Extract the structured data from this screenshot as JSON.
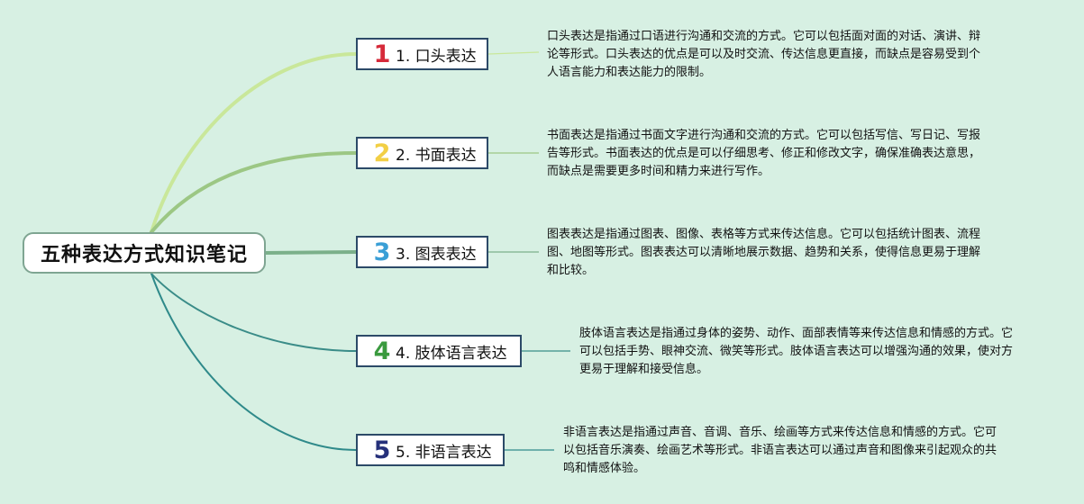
{
  "root": {
    "title": "五种表达方式知识笔记"
  },
  "branches": [
    {
      "number": "1",
      "number_color": "#d62a3a",
      "label": "1. 口头表达",
      "line_color": "#c9e79a",
      "description": "口头表达是指通过口语进行沟通和交流的方式。它可以包括面对面的对话、演讲、辩论等形式。口头表达的优点是可以及时交流、传达信息更直接，而缺点是容易受到个人语言能力和表达能力的限制。"
    },
    {
      "number": "2",
      "number_color": "#f2cf45",
      "label": "2. 书面表达",
      "line_color": "#9cc784",
      "description": "书面表达是指通过书面文字进行沟通和交流的方式。它可以包括写信、写日记、写报告等形式。书面表达的优点是可以仔细思考、修正和修改文字，确保准确表达意思，而缺点是需要更多时间和精力来进行写作。"
    },
    {
      "number": "3",
      "number_color": "#3a9fd6",
      "label": "3. 图表表达",
      "line_color": "#7bb08a",
      "description": "图表表达是指通过图表、图像、表格等方式来传达信息。它可以包括统计图表、流程图、地图等形式。图表表达可以清晰地展示数据、趋势和关系，使得信息更易于理解和比较。"
    },
    {
      "number": "4",
      "number_color": "#3a9a3e",
      "label": "4. 肢体语言表达",
      "line_color": "#3a8c88",
      "description": "肢体语言表达是指通过身体的姿势、动作、面部表情等来传达信息和情感的方式。它可以包括手势、眼神交流、微笑等形式。肢体语言表达可以增强沟通的效果，使对方更易于理解和接受信息。"
    },
    {
      "number": "5",
      "number_color": "#25307a",
      "label": "5. 非语言表达",
      "line_color": "#2f8a8a",
      "description": "非语言表达是指通过声音、音调、音乐、绘画等方式来传达信息和情感的方式。它可以包括音乐演奏、绘画艺术等形式。非语言表达可以通过声音和图像来引起观众的共鸣和情感体验。"
    }
  ]
}
